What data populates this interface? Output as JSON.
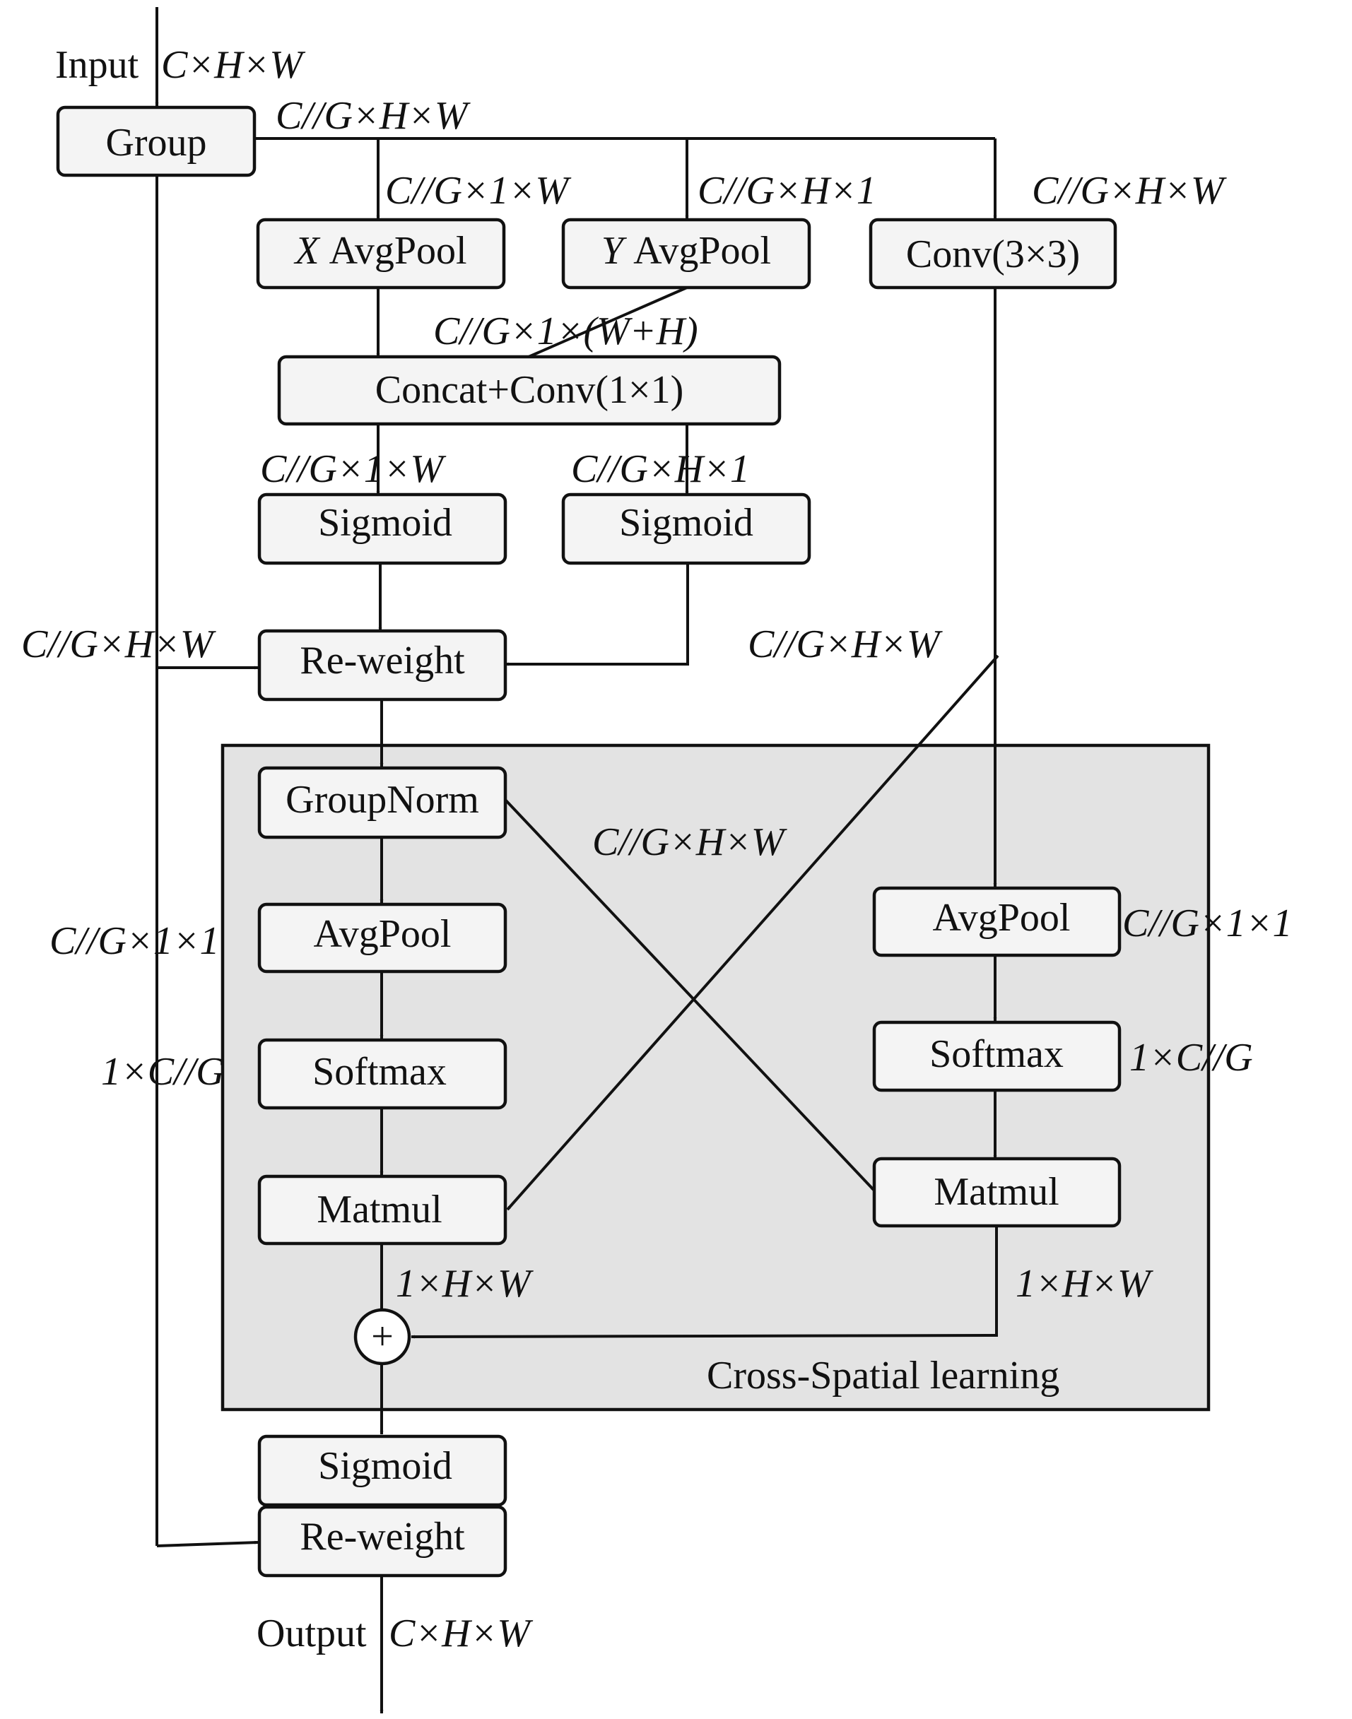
{
  "nodes": {
    "group": "Group",
    "x_avgpool": "X AvgPool",
    "y_avgpool": "Y AvgPool",
    "conv3x3": "Conv(3×3)",
    "concat_conv": "Concat+Conv(1×1)",
    "sigmoid_left": "Sigmoid",
    "sigmoid_right": "Sigmoid",
    "reweight_top": "Re-weight",
    "groupnorm": "GroupNorm",
    "avgpool_left": "AvgPool",
    "softmax_left": "Softmax",
    "matmul_left": "Matmul",
    "avgpool_right": "AvgPool",
    "softmax_right": "Softmax",
    "matmul_right": "Matmul",
    "plus": "+",
    "sigmoid_bottom": "Sigmoid",
    "reweight_bottom": "Re-weight"
  },
  "labels": {
    "input_word": "Input",
    "input_shape": "C×H×W",
    "group_out": "C//G×H×W",
    "x_pool_out": "C//G×1×W",
    "y_pool_out": "C//G×H×1",
    "conv_branch": "C//G×H×W",
    "concat_in": "C//G×1×(W+H)",
    "split_left": "C//G×1×W",
    "split_right": "C//G×H×1",
    "reweight_in": "C//G×H×W",
    "conv_out": "C//G×H×W",
    "cross_mid": "C//G×H×W",
    "left_pool_out": "C//G×1×1",
    "left_softmax_out": "1×C//G",
    "right_pool_out": "C//G×1×1",
    "right_softmax_out": "1×C//G",
    "left_matmul_out": "1×H×W",
    "right_matmul_out": "1×H×W",
    "output_word": "Output",
    "output_shape": "C×H×W"
  },
  "panel_title": "Cross-Spatial learning"
}
